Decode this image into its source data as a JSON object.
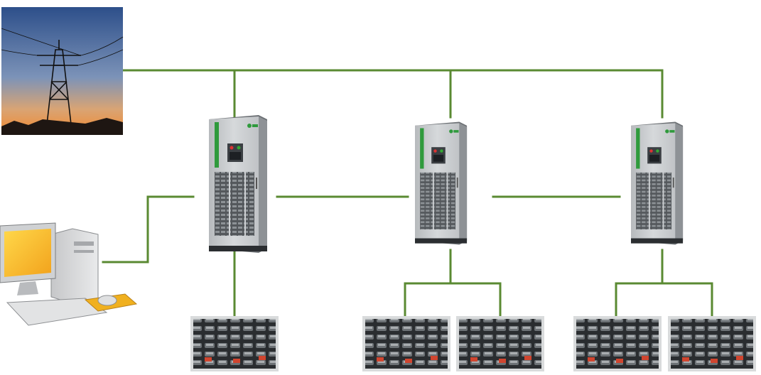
{
  "diagram": {
    "description_nodes": {
      "grid": {
        "kind": "power-grid-photo",
        "icon": "transmission-tower-icon"
      },
      "computer": {
        "kind": "monitoring-computer",
        "icon": "desktop-computer-icon"
      },
      "cabinets": [
        {
          "id": "cabinet-1",
          "icon": "pcs-cabinet-icon",
          "battery_packs": 1
        },
        {
          "id": "cabinet-2",
          "icon": "pcs-cabinet-icon",
          "battery_packs": 2
        },
        {
          "id": "cabinet-3",
          "icon": "pcs-cabinet-icon",
          "battery_packs": 2
        }
      ]
    },
    "colors": {
      "wire": "#5a8a32",
      "cabinet_body": "#c9ccce",
      "cabinet_accent": "#2f9a3c",
      "sky_top": "#3d5f9a",
      "sky_horizon": "#e8944a"
    }
  }
}
